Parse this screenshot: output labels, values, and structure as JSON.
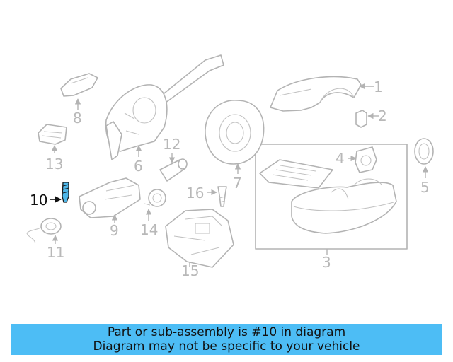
{
  "callouts": {
    "c1": "1",
    "c2": "2",
    "c3": "3",
    "c4": "4",
    "c5": "5",
    "c6": "6",
    "c7": "7",
    "c8": "8",
    "c9": "9",
    "c10": "10",
    "c11": "11",
    "c12": "12",
    "c13": "13",
    "c14": "14",
    "c15": "15",
    "c16": "16"
  },
  "highlight": {
    "part_number": "10",
    "color": "#4fb8ea"
  },
  "banner": {
    "line1": "Part or sub-assembly is #10 in diagram",
    "line2": "Diagram may not be specific to your vehicle",
    "color": "#4dbdf5"
  }
}
